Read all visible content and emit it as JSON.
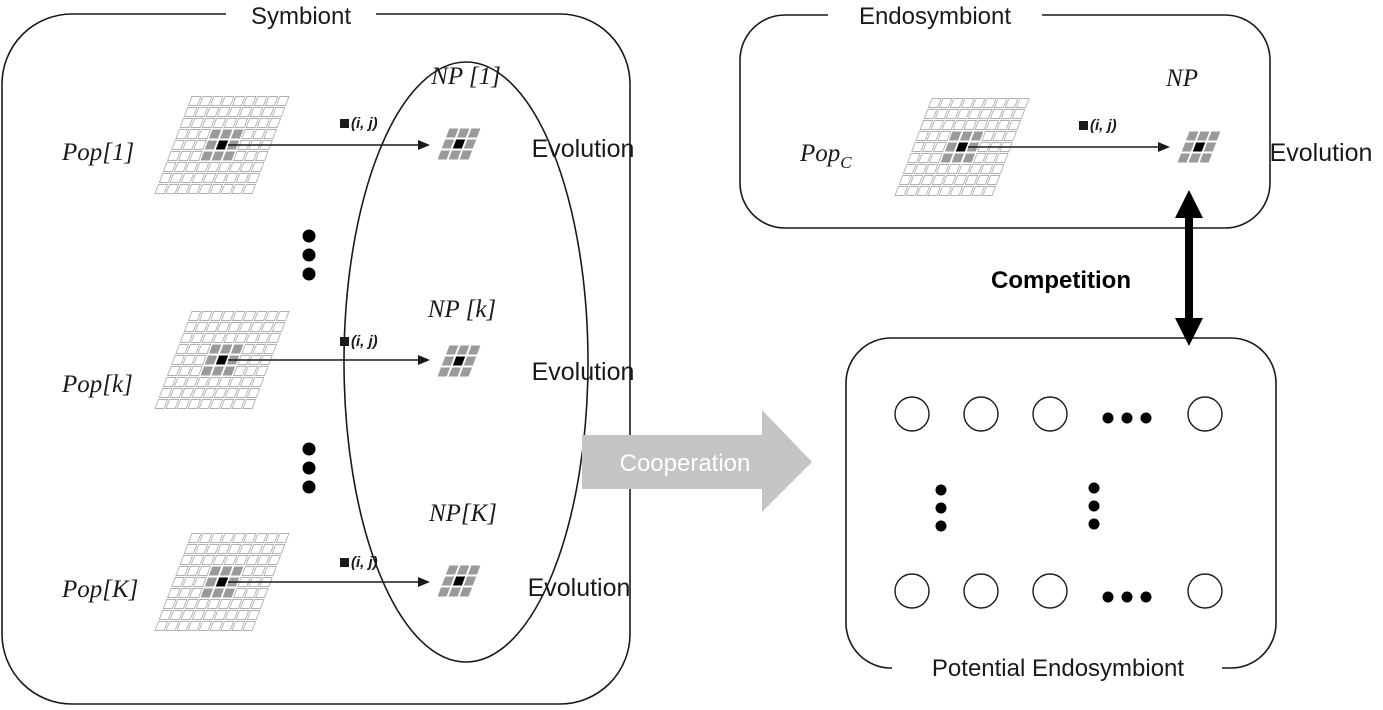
{
  "symbiont": {
    "title": "Symbiont",
    "ellipse_label_dots": "",
    "rows": [
      {
        "pop_label": "Pop[1]",
        "np_label": "NP [1]",
        "pos_label": "(i, j)",
        "evolution": "Evolution"
      },
      {
        "pop_label": "Pop[k]",
        "np_label": "NP [k]",
        "pos_label": "(i, j)",
        "evolution": "Evolution"
      },
      {
        "pop_label": "Pop[K]",
        "np_label": "NP[K]",
        "pos_label": "(i, j)",
        "evolution": "Evolution"
      }
    ]
  },
  "endosymbiont": {
    "title": "Endosymbiont",
    "pop_label_main": "Pop",
    "pop_label_sub": "C",
    "np_label": "NP",
    "pos_label": "(i, j)",
    "evolution": "Evolution"
  },
  "links": {
    "competition": "Competition",
    "cooperation": "Cooperation"
  },
  "potential": {
    "title": "Potential  Endosymbiont"
  },
  "colors": {
    "line": "#1a1a1a",
    "grid_light": "#b0b0b0",
    "grid_dark": "#9a9a9a",
    "cell_center": "#000000",
    "cooperation_arrow": "#c4c4c4",
    "cooperation_text": "#ffffff"
  }
}
